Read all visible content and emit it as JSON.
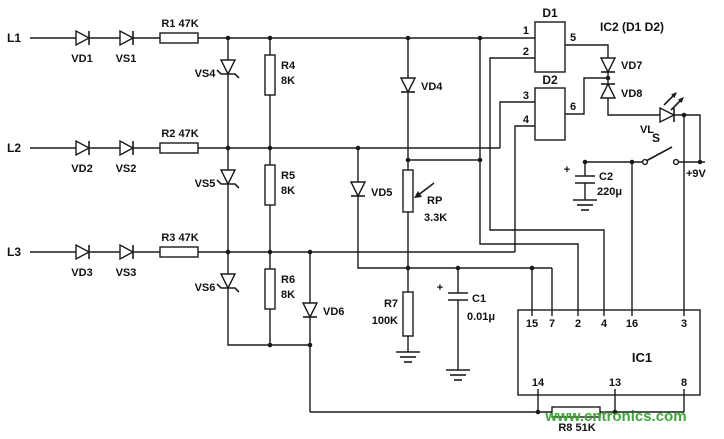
{
  "colors": {
    "wire": "#1b1b1b",
    "text": "#111111",
    "watermark_green": "#3aaa35",
    "background": "#ffffff"
  },
  "watermark": "www.cntronics.com",
  "labels": {
    "l1": "L1",
    "l2": "L2",
    "l3": "L3",
    "vd1": "VD1",
    "vs1": "VS1",
    "vd2": "VD2",
    "vs2": "VS2",
    "vd3": "VD3",
    "vs3": "VS3",
    "r1": "R1 47K",
    "r2": "R2 47K",
    "r3": "R3 47K",
    "vs4": "VS4",
    "vs5": "VS5",
    "vs6": "VS6",
    "r4_name": "R4",
    "r4_value": "8K",
    "r5_name": "R5",
    "r5_value": "8K",
    "r6_name": "R6",
    "r6_value": "8K",
    "vd4": "VD4",
    "vd5": "VD5",
    "vd6": "VD6",
    "rp_name": "RP",
    "rp_value": "3.3K",
    "r7_name": "R7",
    "r7_value": "100K",
    "c1_plus": "+",
    "c1_name": "C1",
    "c1_value": "0.01μ",
    "d1": "D1",
    "d2": "D2",
    "ic2": "IC2 (D1 D2)",
    "pin1": "1",
    "pin2": "2",
    "pin5": "5",
    "pin3": "3",
    "pin4": "4",
    "pin6": "6",
    "vd7": "VD7",
    "vd8": "VD8",
    "vl": "VL",
    "s": "S",
    "c2_plus": "+",
    "c2_name": "C2",
    "c2_value": "220μ",
    "plus9v": "+9V",
    "ic1": "IC1",
    "ic1_top_pins": [
      "15",
      "7",
      "2",
      "4",
      "16",
      "3"
    ],
    "ic1_bottom_pins": [
      "14",
      "13",
      "8"
    ],
    "r8": "R8 51K"
  }
}
